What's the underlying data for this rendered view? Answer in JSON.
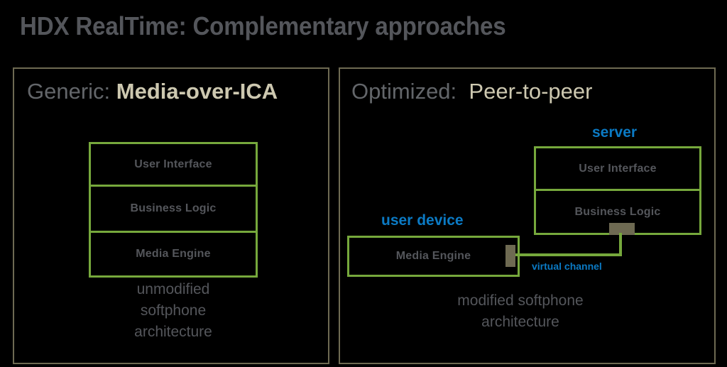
{
  "title": "HDX RealTime:  Complementary approaches",
  "theme": {
    "background": "#000000",
    "title_color": "#54565B",
    "panel_border": "#6E6A52",
    "box_green": "#76A83C",
    "box_text": "#54565B",
    "accent_blue": "#0B7AC4",
    "heading_emph": "#CDC8B0",
    "heading_plain": "#63666A",
    "nub_gray": "#6E6A52"
  },
  "panels": {
    "left": {
      "heading_prefix": "Generic:",
      "heading_emphasis": "Media-over-ICA",
      "boxes": [
        {
          "label": "User Interface"
        },
        {
          "label": "Business Logic"
        },
        {
          "label": "Media Engine"
        }
      ],
      "caption": "unmodified\nsoftphone\narchitecture"
    },
    "right": {
      "heading_prefix": "Optimized:",
      "heading_emphasis": "Peer-to-peer",
      "server_label": "server",
      "server_boxes": [
        {
          "label": "User Interface"
        },
        {
          "label": "Business Logic"
        }
      ],
      "user_device_label": "user device",
      "device_boxes": [
        {
          "label": "Media Engine"
        }
      ],
      "connector_label": "virtual channel",
      "caption": "modified softphone\narchitecture"
    }
  }
}
